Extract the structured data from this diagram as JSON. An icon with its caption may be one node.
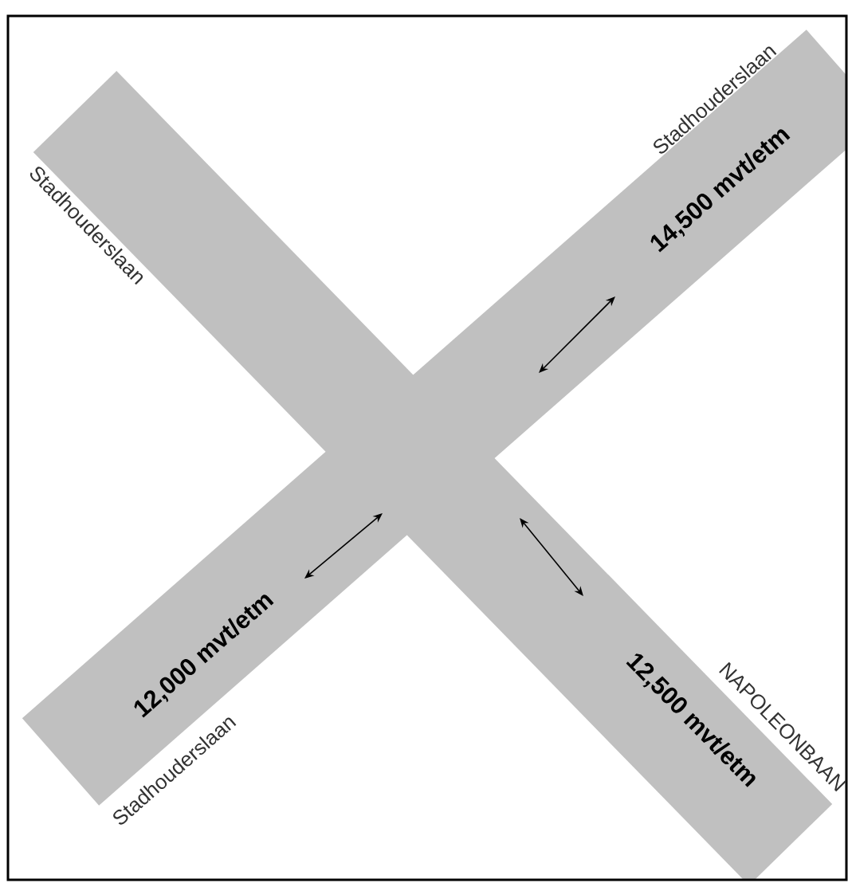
{
  "diagram": {
    "labels": [
      "Stadhouderslaan",
      "Stadhouderslaan",
      "14,500 mvt/etm",
      "12,000 mvt/etm",
      "12,500 mvt/etm",
      "NAPOLEONBAAN",
      "Stadhouderslaan"
    ]
  }
}
